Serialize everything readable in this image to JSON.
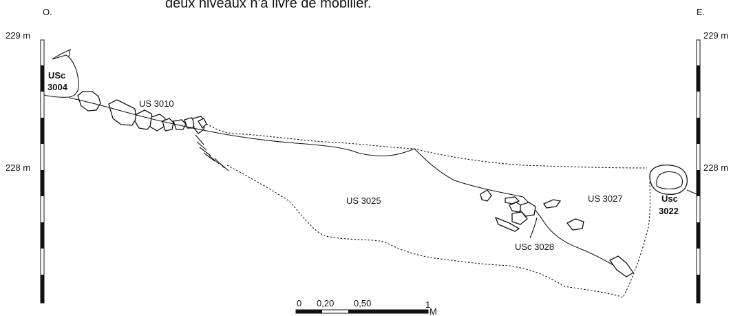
{
  "caption": "deux niveaux n'a livré de mobilier.",
  "orientation": {
    "west": "O.",
    "east": "E."
  },
  "scales": {
    "left": {
      "top_label": "229 m",
      "mid_label": "228 m"
    },
    "right": {
      "top_label": "229 m",
      "mid_label": "228 m"
    }
  },
  "units": {
    "usc3004_a": "USc",
    "usc3004_b": "3004",
    "us3010": "US 3010",
    "us3025": "US 3025",
    "us3027": "US 3027",
    "usc3028": "USc 3028",
    "usc3022_a": "Usc",
    "usc3022_b": "3022"
  },
  "scale_bar": {
    "t0": "0",
    "t1": "0,20",
    "t2": "0,50",
    "t3": "1",
    "unit": "M"
  }
}
